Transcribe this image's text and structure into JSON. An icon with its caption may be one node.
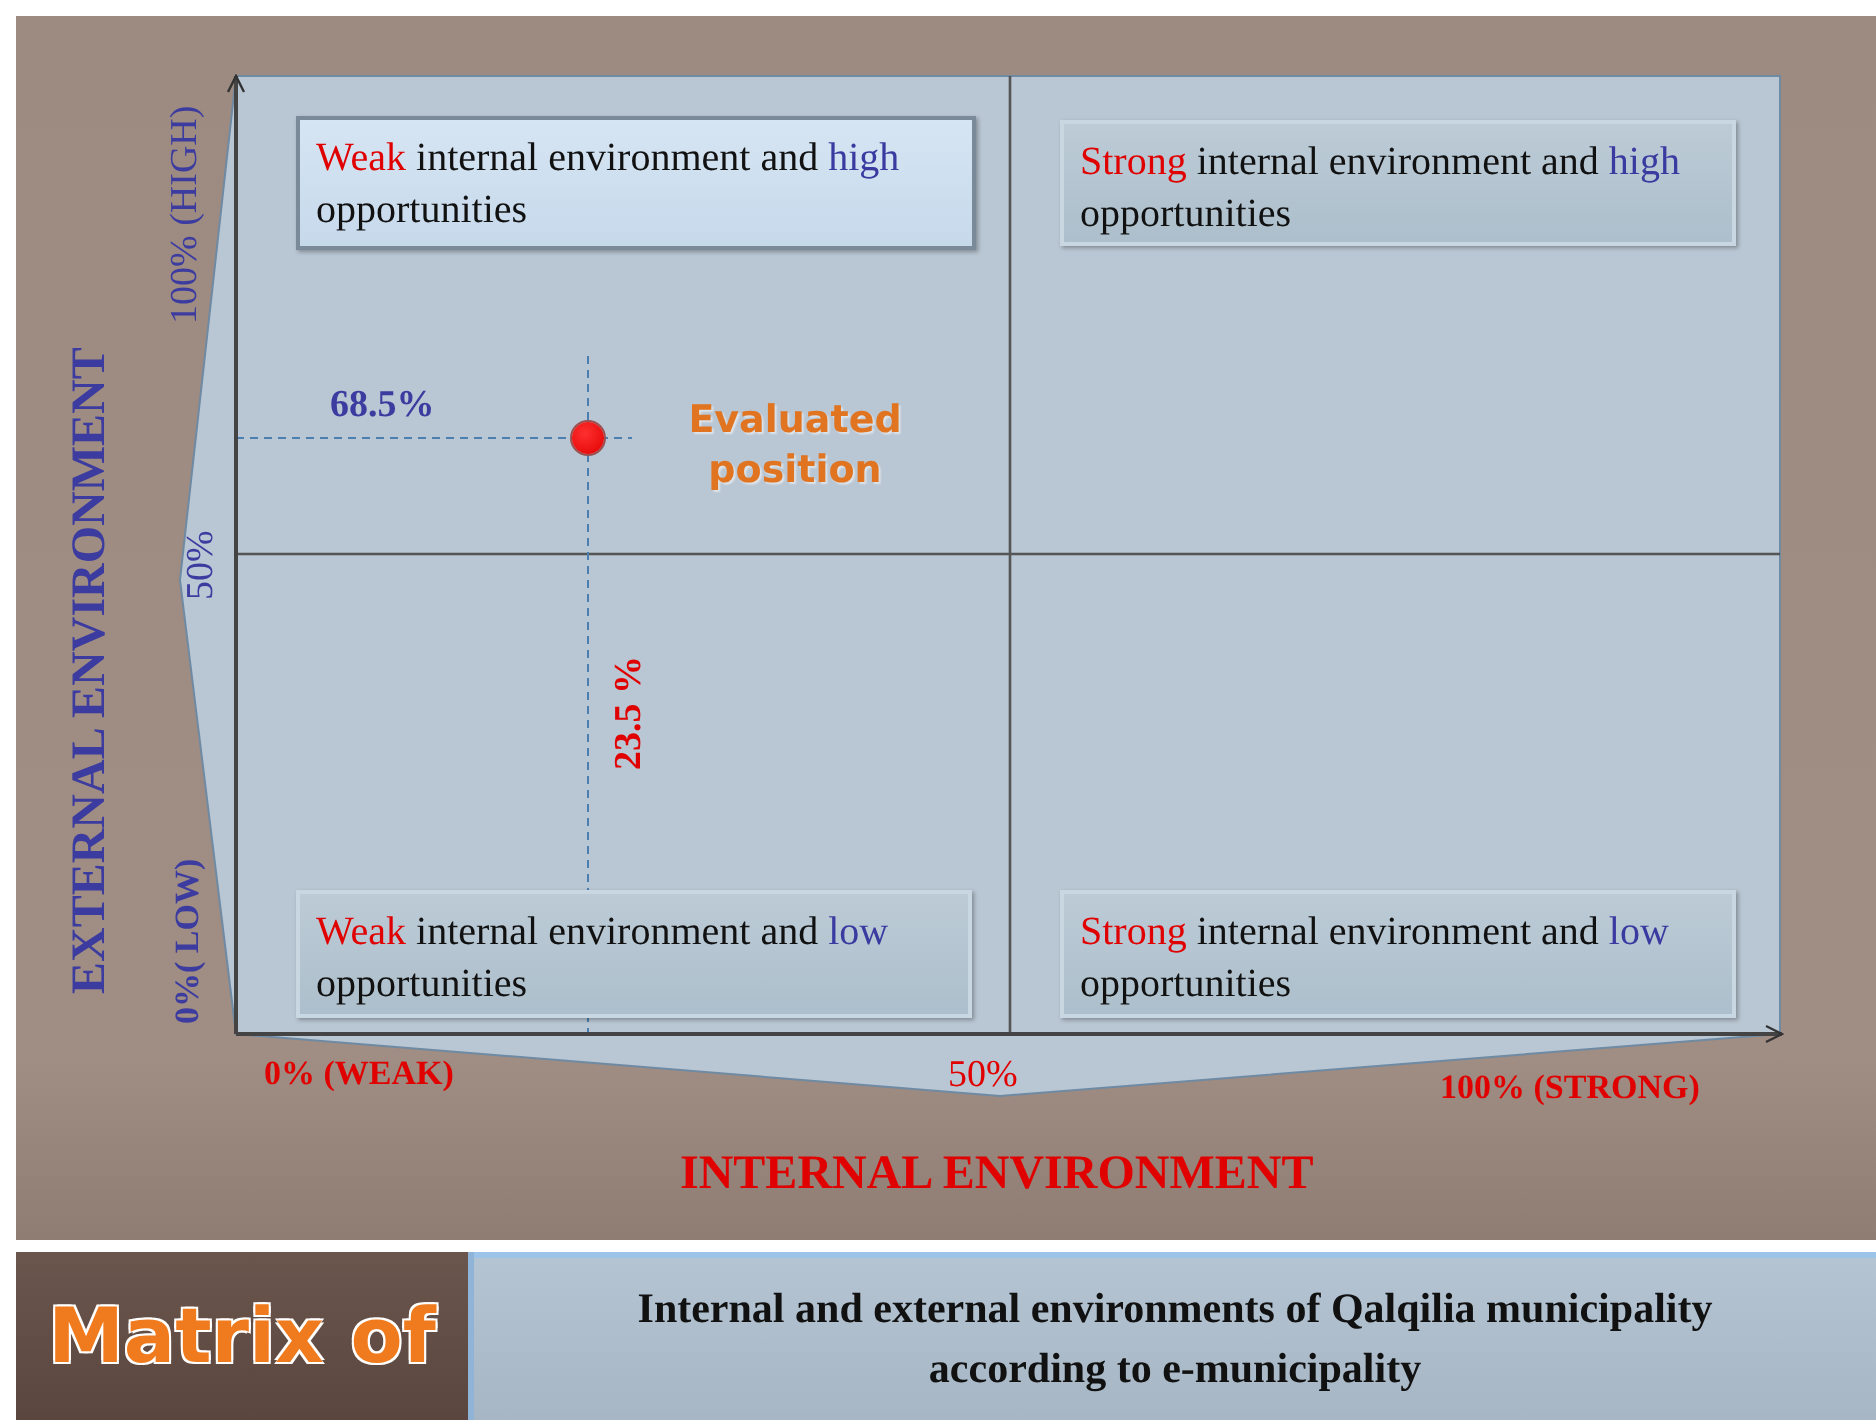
{
  "diagram": {
    "title": "Matrix of",
    "caption": "Internal and external environments of Qalqilia municipality according to e-municipality",
    "nodes": [
      {
        "text": [
          "**Weak** internal environment and *high* opportunities"
        ]
      },
      {
        "text": [
          "**Strong** internal environment and *high* opportunities"
        ]
      },
      {
        "text": [
          "**Weak** internal environment and *low* opportunities"
        ]
      },
      {
        "text": [
          "**Strong** internal environment and *low* opportunities"
        ]
      },
      {
        "text": [],
        "shape": "circle",
        "beside": [
          "Evaluated position"
        ]
      }
    ],
    "labels": [
      "100% (HIGH)",
      "68.5%",
      "50%",
      "23.5 %",
      "EXTERNAL  ENVIRONMENT",
      "0%( LOW)",
      "0% (WEAK)",
      "50%",
      "100% (STRONG)",
      "INTERNAL  ENVIRONMENT"
    ]
  }
}
